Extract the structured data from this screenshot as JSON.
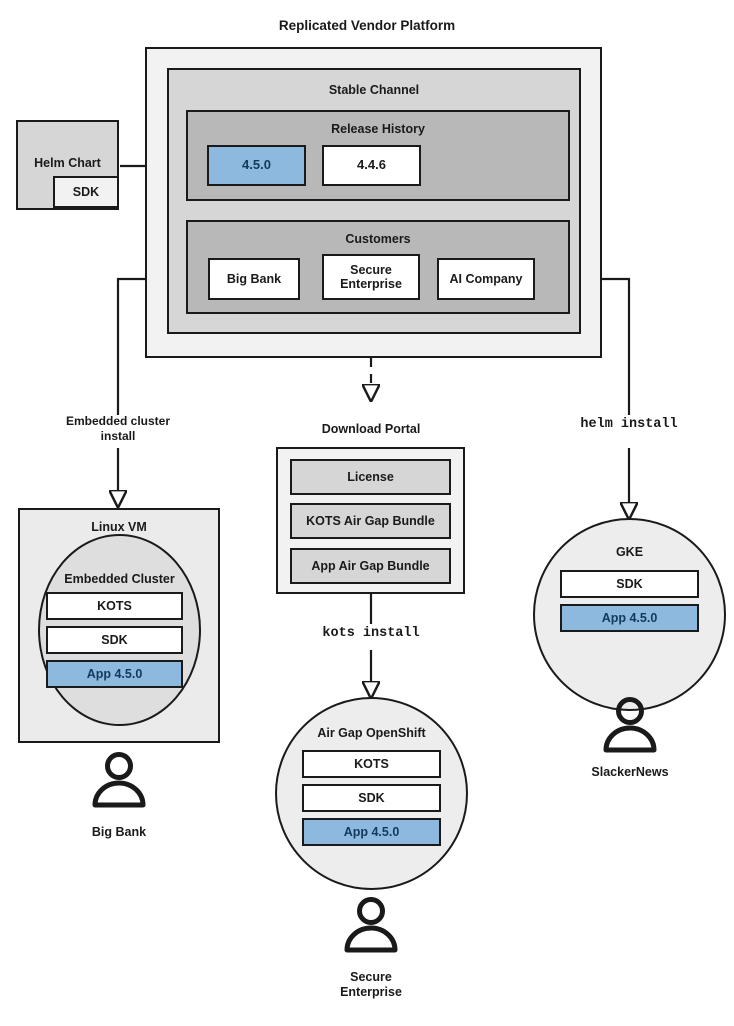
{
  "diagram": {
    "title": "Replicated Vendor Platform",
    "colors": {
      "accent_blue": "#8cb9dd",
      "accent_blue_border": "#2a6ba8",
      "accent_blue_text": "#14395c",
      "ink": "#1a1a1a",
      "panel_outer": "#f2f2f2",
      "panel_mid": "#d6d6d6",
      "panel_inner": "#b8b8b8"
    }
  },
  "source": {
    "helm_chart_label": "Helm Chart",
    "sdk_label": "SDK"
  },
  "platform": {
    "title": "Replicated Vendor Platform",
    "channel": {
      "title": "Stable Channel",
      "release_history": {
        "title": "Release History",
        "releases": [
          {
            "version": "4.5.0",
            "highlighted": true
          },
          {
            "version": "4.4.6",
            "highlighted": false
          }
        ]
      },
      "customers": {
        "title": "Customers",
        "items": [
          {
            "name": "Big Bank"
          },
          {
            "name": "Secure\nEnterprise"
          },
          {
            "name": "AI Company"
          }
        ]
      }
    }
  },
  "flows": {
    "embedded_install_label": "Embedded cluster\ninstall",
    "kots_install_label": "kots install",
    "helm_install_label": "helm install"
  },
  "download_portal": {
    "title": "Download Portal",
    "artifacts": [
      "License",
      "KOTS Air Gap Bundle",
      "App Air Gap Bundle"
    ]
  },
  "targets": {
    "linux_vm": {
      "title": "Linux VM",
      "cluster_title": "Embedded Cluster",
      "components": [
        {
          "label": "KOTS",
          "highlighted": false
        },
        {
          "label": "SDK",
          "highlighted": false
        },
        {
          "label": "App 4.5.0",
          "highlighted": true
        }
      ],
      "customer": "Big Bank"
    },
    "airgap_openshift": {
      "title": "Air Gap OpenShift",
      "components": [
        {
          "label": "KOTS",
          "highlighted": false
        },
        {
          "label": "SDK",
          "highlighted": false
        },
        {
          "label": "App 4.5.0",
          "highlighted": true
        }
      ],
      "customer": "Secure\nEnterprise"
    },
    "gke": {
      "title": "GKE",
      "components": [
        {
          "label": "SDK",
          "highlighted": false
        },
        {
          "label": "App 4.5.0",
          "highlighted": true
        }
      ],
      "customer": "SlackerNews"
    }
  }
}
